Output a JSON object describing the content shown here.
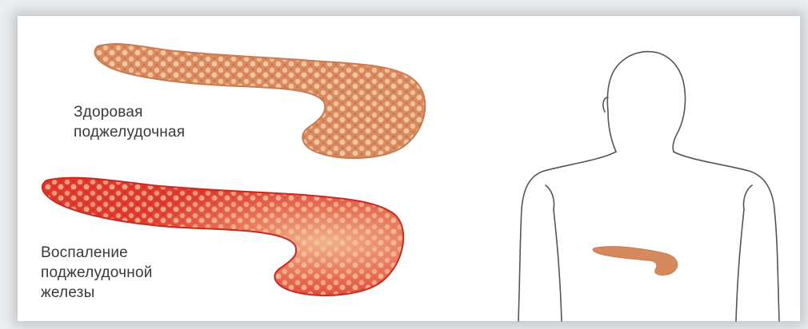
{
  "labels": {
    "healthy": {
      "line1": "Здоровая",
      "line2": "поджелудочная"
    },
    "inflamed": {
      "line1": "Воспаление",
      "line2": "поджелудочной",
      "line3": "железы"
    }
  },
  "colors": {
    "healthy_organ": "#d98a60",
    "healthy_lobule": "#f3d3a8",
    "inflamed_organ": "#e03a2e",
    "inflamed_lobule": "#f6c59a",
    "body_outline": "#555555",
    "small_pancreas": "#d6895c"
  }
}
